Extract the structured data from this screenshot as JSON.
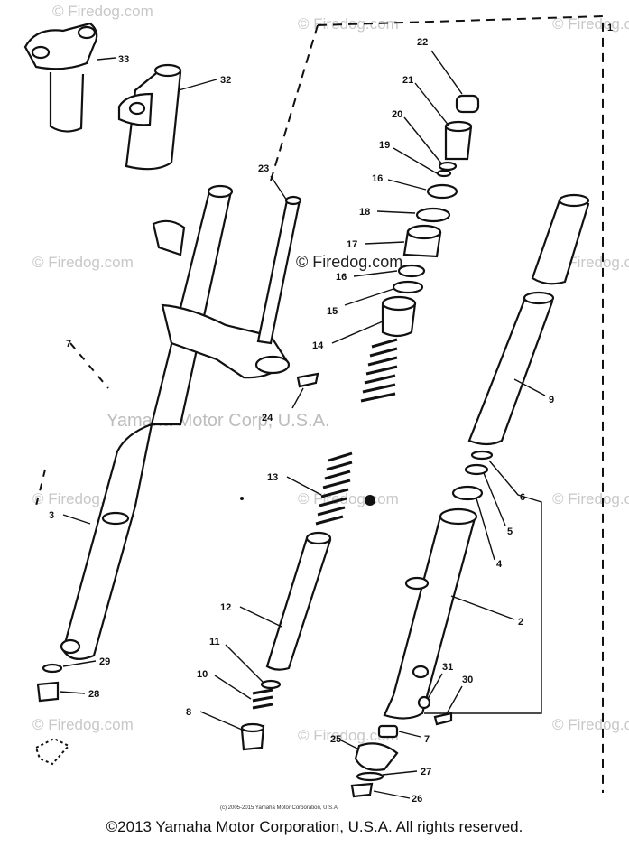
{
  "diagram": {
    "section_number": "1",
    "callouts": {
      "c2": "2",
      "c3": "3",
      "c4": "4",
      "c5": "5",
      "c6": "6",
      "c7": "7",
      "c8": "8",
      "c9": "9",
      "c10": "10",
      "c11": "11",
      "c12": "12",
      "c13": "13",
      "c14": "14",
      "c15": "15",
      "c16a": "16",
      "c16b": "16",
      "c17": "17",
      "c18": "18",
      "c19": "19",
      "c20": "20",
      "c21": "21",
      "c22": "22",
      "c23": "23",
      "c24": "24",
      "c25": "25",
      "c26": "26",
      "c27": "27",
      "c28": "28",
      "c29": "29",
      "c30": "30",
      "c31": "31",
      "c32": "32",
      "c33": "33"
    },
    "side_mark": "7",
    "watermarks": {
      "firedog": "© Firedog.com",
      "center": "© Firedog.com",
      "yamaha": "Yamaha Motor Corp, U.S.A."
    },
    "small_print": "(c) 2005-2015 Yamaha Motor Corporation, U.S.A."
  },
  "footer": {
    "copyright": "©2013 Yamaha Motor Corporation, U.S.A. All rights reserved."
  }
}
